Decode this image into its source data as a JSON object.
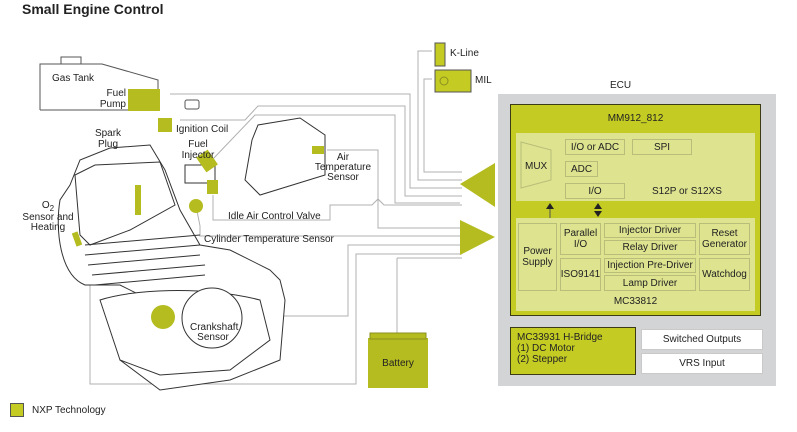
{
  "title": "Small Engine Control",
  "colors": {
    "nxp_green": "#c4cc23",
    "nxp_green_light": "#dde38f",
    "ecu_gray": "#d3d4d5",
    "line_gray": "#b0b0b0"
  },
  "engine_labels": {
    "gas_tank": "Gas Tank",
    "fuel_pump_1": "Fuel",
    "fuel_pump_2": "Pump",
    "ignition_coil": "Ignition Coil",
    "spark_plug_1": "Spark",
    "spark_plug_2": "Plug",
    "fuel_injector_1": "Fuel",
    "fuel_injector_2": "Injector",
    "air_temp_1": "Air",
    "air_temp_2": "Temperature",
    "air_temp_3": "Sensor",
    "o2_1": "O",
    "o2_sub": "2",
    "o2_2": "Sensor and",
    "o2_3": "Heating",
    "idle_air": "Idle Air Control Valve",
    "cyl_temp": "Cylinder Temperature Sensor",
    "crankshaft_1": "Crankshaft",
    "crankshaft_2": "Sensor",
    "battery": "Battery",
    "k_line": "K-Line",
    "mil": "MIL"
  },
  "ecu": {
    "label": "ECU",
    "mm912": {
      "title": "MM912_812",
      "s12": {
        "mux": "MUX",
        "io_or_adc": "I/O or ADC",
        "spi": "SPI",
        "adc": "ADC",
        "io": "I/O",
        "name": "S12P or S12XS"
      },
      "mc33812": {
        "name": "MC33812",
        "power_supply_1": "Power",
        "power_supply_2": "Supply",
        "parallel_io_1": "Parallel",
        "parallel_io_2": "I/O",
        "iso9141": "ISO9141",
        "injector_driver": "Injector Driver",
        "relay_driver": "Relay Driver",
        "injection_pre_driver": "Injection Pre-Driver",
        "lamp_driver": "Lamp Driver",
        "reset_generator_1": "Reset",
        "reset_generator_2": "Generator",
        "watchdog": "Watchdog"
      }
    },
    "hbridge": {
      "line1": "MC33931 H-Bridge",
      "line2": "(1) DC Motor",
      "line3": "(2) Stepper"
    },
    "switched_outputs": "Switched Outputs",
    "vrs_input": "VRS Input"
  },
  "legend": {
    "label": "NXP Technology"
  }
}
